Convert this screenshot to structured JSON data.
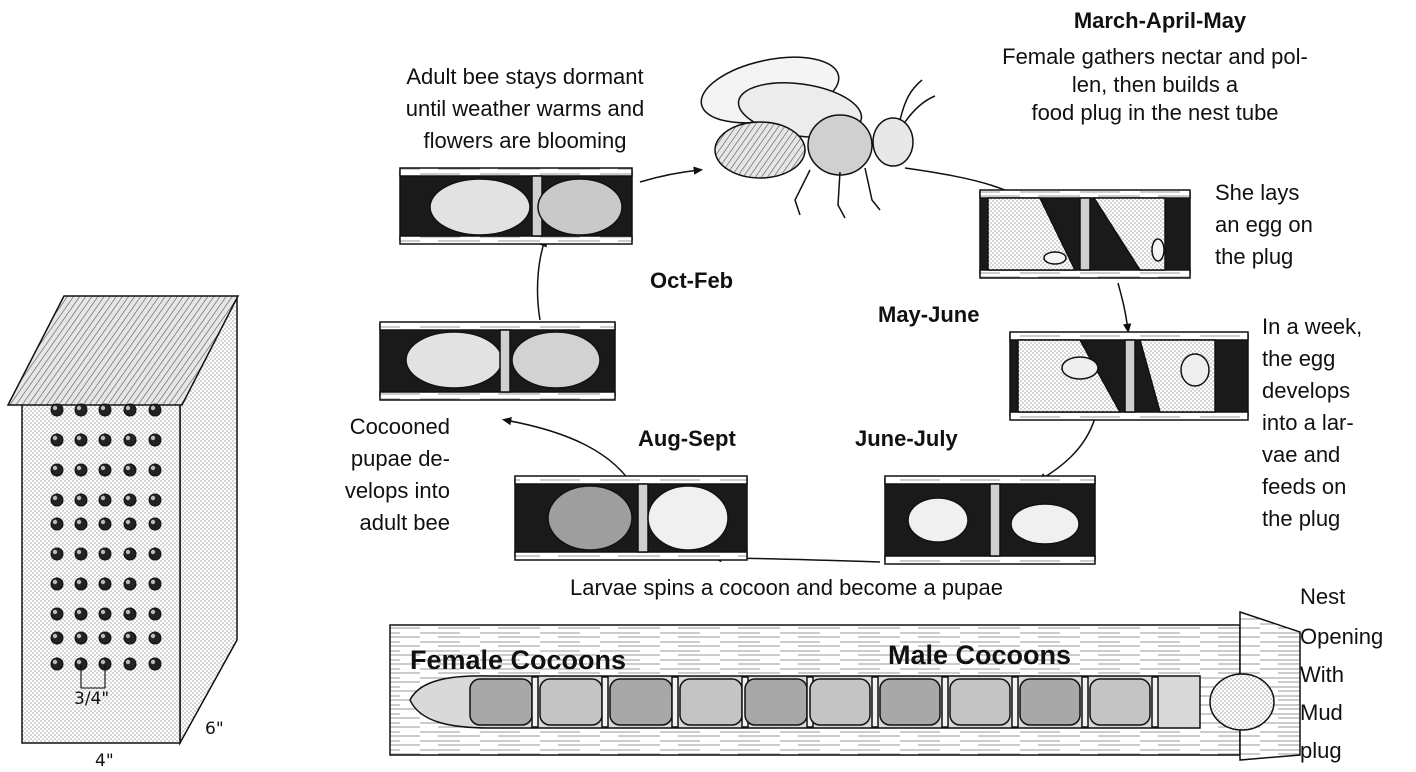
{
  "colors": {
    "ink": "#111111",
    "background": "#ffffff",
    "roof": "#bdbdbd",
    "wood_dots": "#9a9a9a",
    "tube_dark": "#1a1a1a",
    "cocoon": "#d9d9d9"
  },
  "stages": [
    {
      "title": "March-April-May",
      "text": [
        "Female gathers nectar and pol-",
        "len, then builds a",
        "food plug in the nest tube"
      ]
    },
    {
      "title": "",
      "text": [
        "She lays",
        "an egg on",
        "the plug"
      ]
    },
    {
      "title": "",
      "text": [
        "In a week,",
        "the egg",
        "develops",
        "into a lar-",
        "vae and",
        "feeds on",
        "the plug"
      ]
    },
    {
      "title": "",
      "text": [
        "Larvae spins a cocoon and become a pupae"
      ]
    },
    {
      "title": "",
      "text": [
        "Cocooned",
        "pupae de-",
        "velops into",
        "adult bee"
      ]
    },
    {
      "title": "",
      "text": [
        "Adult bee stays dormant",
        "until weather warms and",
        "flowers are blooming"
      ]
    }
  ],
  "months": {
    "oct_feb": "Oct-Feb",
    "may_june": "May-June",
    "aug_sept": "Aug-Sept",
    "june_july": "June-July"
  },
  "nest_house": {
    "hole_spacing": "3/4\"",
    "depth": "6\"",
    "width": "4\""
  },
  "nest_section": {
    "female": "Female Cocoons",
    "male": "Male Cocoons",
    "opening": [
      "Nest",
      "Opening",
      "With",
      "Mud",
      "plug"
    ]
  }
}
